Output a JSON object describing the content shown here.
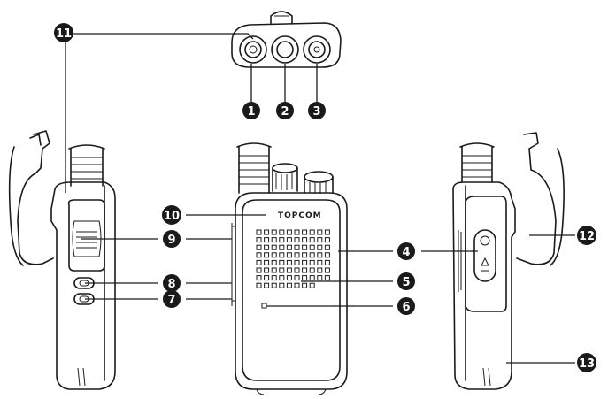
{
  "brand_label": "TOPCOM",
  "callouts": [
    "1",
    "2",
    "3",
    "4",
    "5",
    "6",
    "7",
    "8",
    "9",
    "10",
    "11",
    "12",
    "13"
  ],
  "colors": {
    "ink": "#1a1a1a",
    "paper": "#ffffff"
  }
}
